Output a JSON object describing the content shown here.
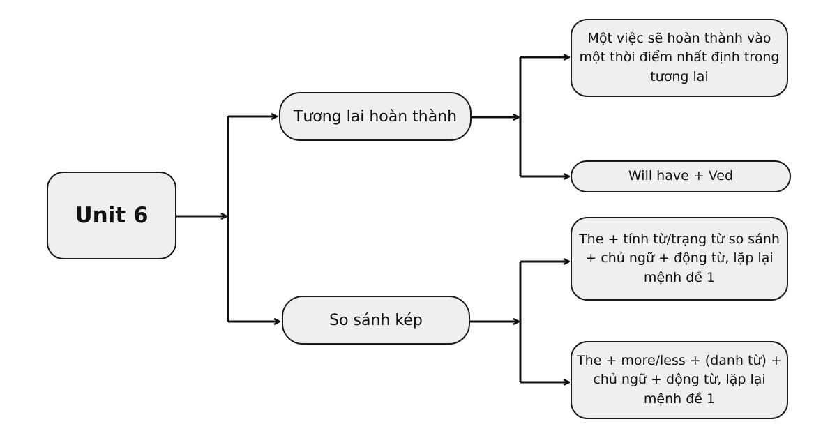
{
  "root": {
    "label": "Unit 6"
  },
  "branches": [
    {
      "label": "Tương lai hoàn thành",
      "children": [
        {
          "label": "Một việc sẽ hoàn thành vào một thời điểm nhất định trong tương lai"
        },
        {
          "label": "Will have + Ved"
        }
      ]
    },
    {
      "label": "So sánh kép",
      "children": [
        {
          "label": "The + tính từ/trạng từ so sánh + chủ ngữ + động từ, lặp lại mệnh đề 1"
        },
        {
          "label": "The + more/less + (danh từ) + chủ ngữ + động từ, lặp lại mệnh đề 1"
        }
      ]
    }
  ],
  "colors": {
    "node_fill": "#efefef",
    "stroke": "#1a1a1a"
  }
}
